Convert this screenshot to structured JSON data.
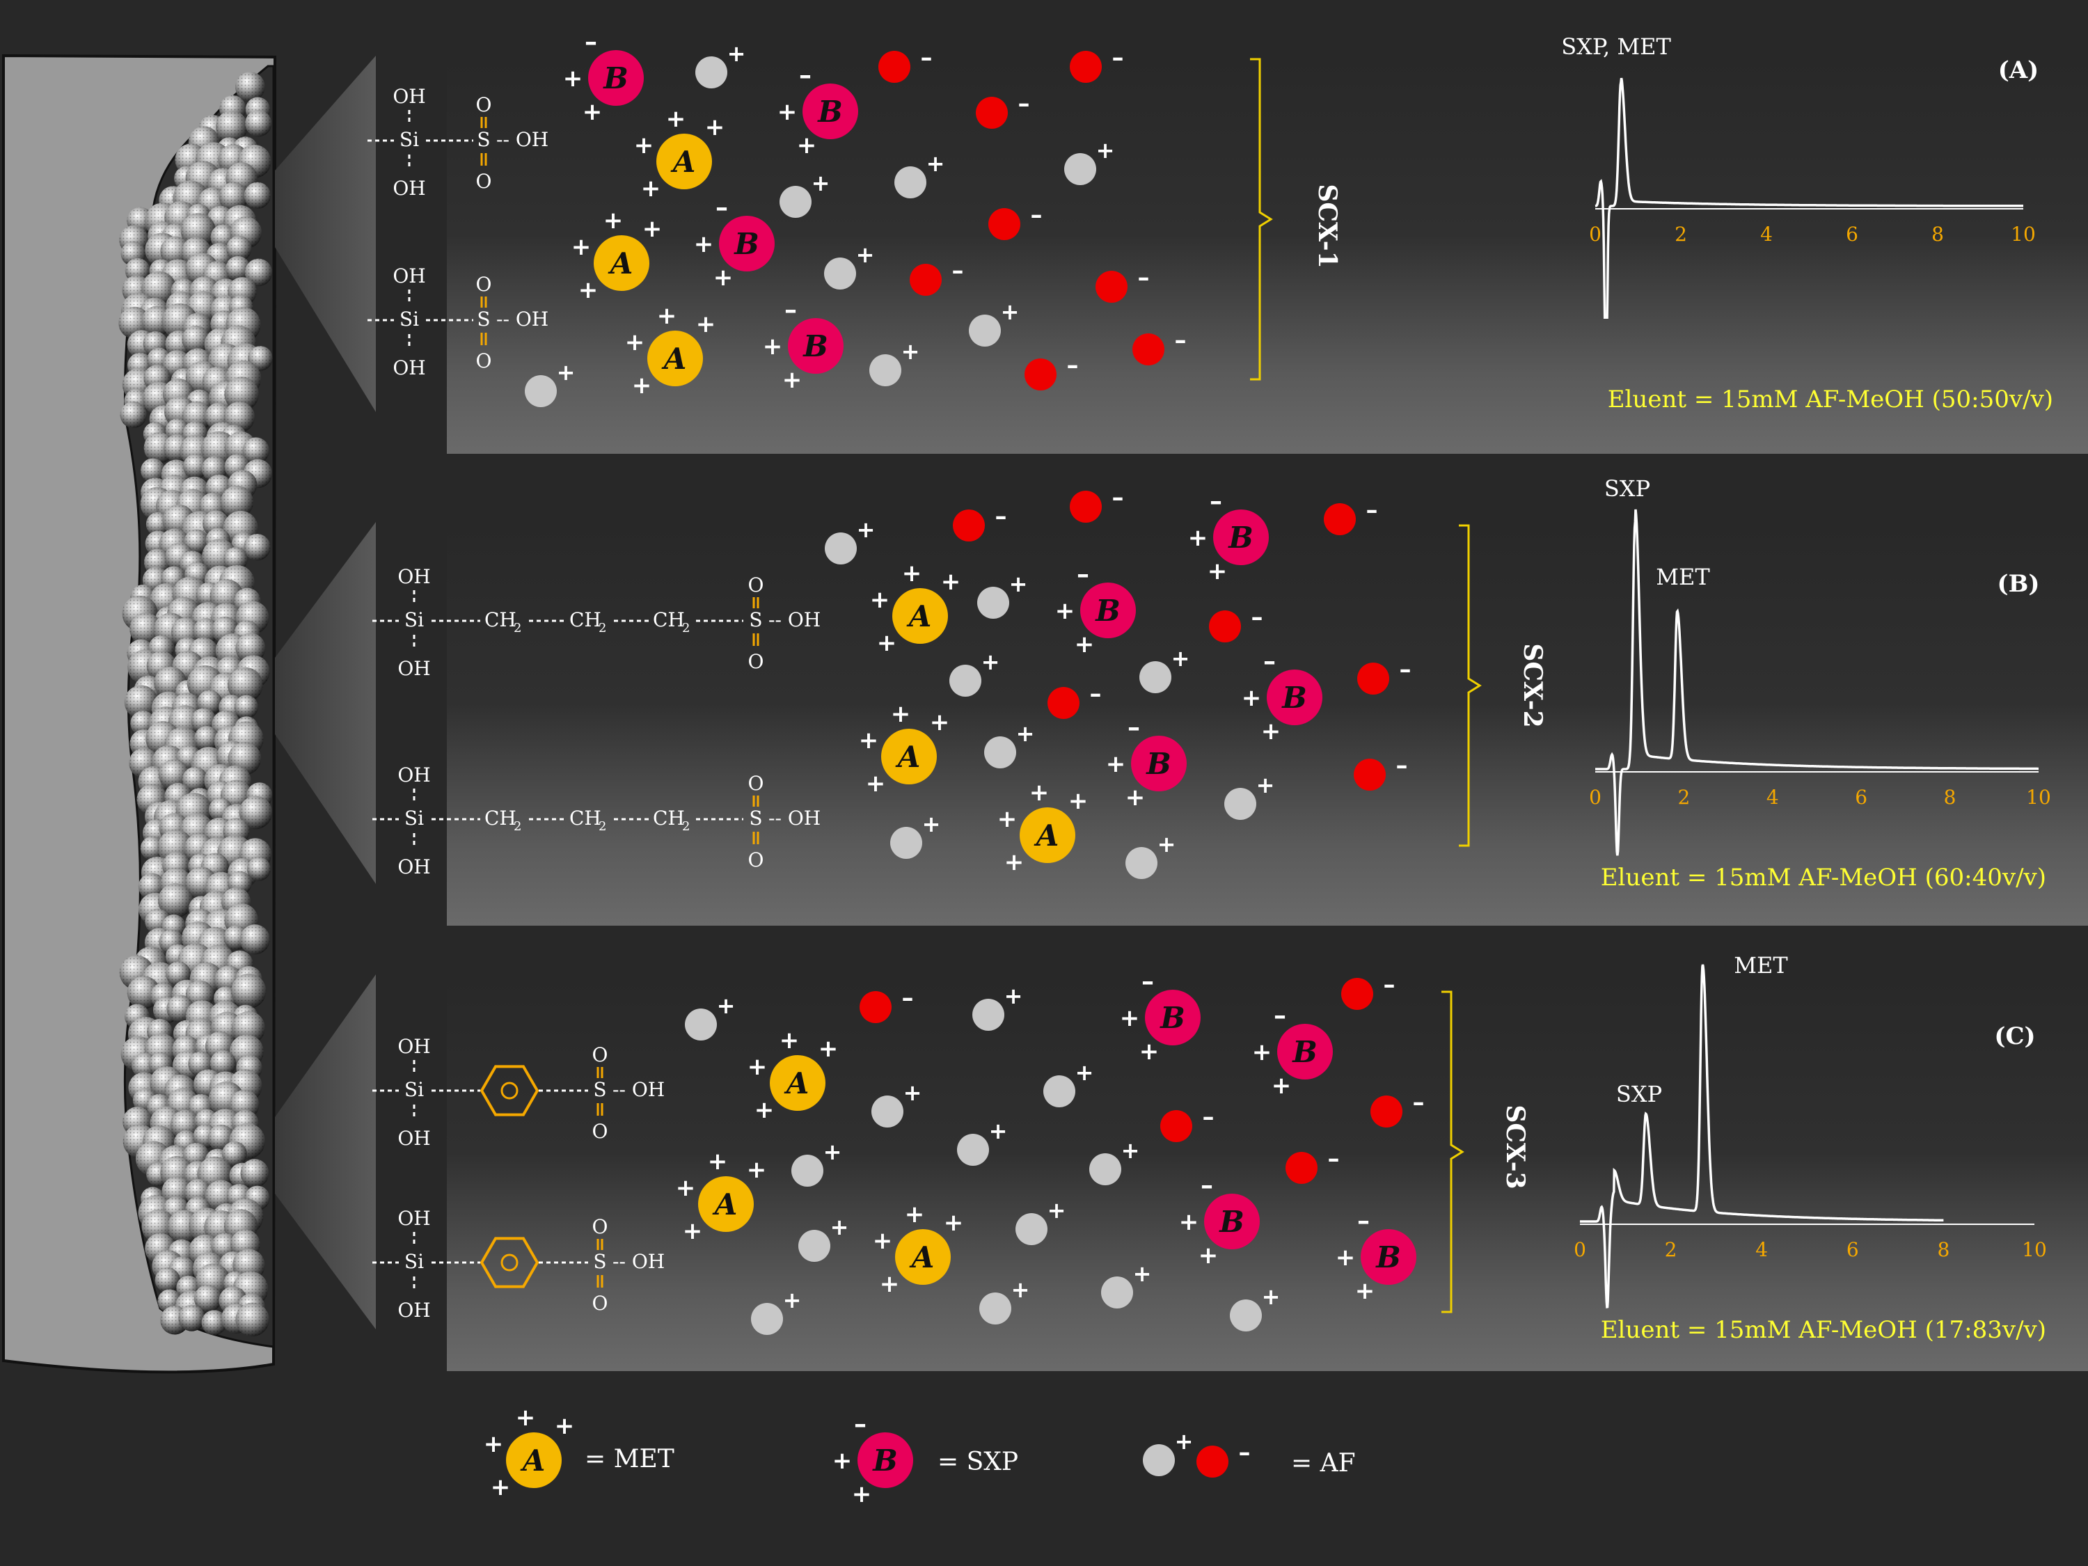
{
  "colors": {
    "background": "#282828",
    "ion_A": "#f5b800",
    "ion_B": "#e8005a",
    "af_cation": "#c8c8c8",
    "af_anion": "#ee0000",
    "bracket": "#f0d000",
    "eluent_text": "#ffff33",
    "axis_ticks": "#f5a800",
    "sulfonyl_bond": "#f5a800"
  },
  "ion_symbols": {
    "a": "A",
    "b": "B",
    "plus": "+",
    "minus": "–"
  },
  "chem": {
    "oh": "OH",
    "si": "Si",
    "s": "S",
    "o": "O",
    "s_oh": "-- OH",
    "ch2": "CH",
    "sub2": "2",
    "propyl_bonds": [
      "-----",
      "-----",
      "-----"
    ],
    "ring_icon": "benzene-ring-icon"
  },
  "panels": [
    {
      "id": "a",
      "label": "(A)",
      "phase": "SCX-1",
      "eluent": "Eluent = 15mM AF-MeOH (50:50v/v)",
      "peak_labels": [
        "SXP, MET"
      ],
      "ticks": [
        "0",
        "2",
        "4",
        "6",
        "8",
        "10"
      ],
      "chart_data": {
        "type": "line",
        "x_range": [
          0,
          10
        ],
        "x_ticks": [
          0,
          2,
          4,
          6,
          8,
          10
        ],
        "series": [
          {
            "peaks": [
              {
                "x": 0.6,
                "height": 1.0
              }
            ],
            "injection_dip_x": 0.25
          }
        ]
      }
    },
    {
      "id": "b",
      "label": "(B)",
      "phase": "SCX-2",
      "eluent": "Eluent = 15mM AF-MeOH (60:40v/v)",
      "peak_labels": [
        "SXP",
        "MET"
      ],
      "ticks": [
        "0",
        "2",
        "4",
        "6",
        "8",
        "10"
      ],
      "chart_data": {
        "type": "line",
        "x_range": [
          0,
          10
        ],
        "x_ticks": [
          0,
          2,
          4,
          6,
          8,
          10
        ],
        "series": [
          {
            "peaks": [
              {
                "x": 0.9,
                "height": 1.0
              },
              {
                "x": 1.85,
                "height": 0.6
              }
            ],
            "injection_dip_x": 0.5
          }
        ]
      }
    },
    {
      "id": "c",
      "label": "(C)",
      "phase": "SCX-3",
      "eluent": "Eluent = 15mM AF-MeOH (17:83v/v)",
      "peak_labels": [
        "SXP",
        "MET"
      ],
      "ticks": [
        "0",
        "2",
        "4",
        "6",
        "8",
        "10"
      ],
      "chart_data": {
        "type": "line",
        "x_range": [
          0,
          10
        ],
        "x_ticks": [
          0,
          2,
          4,
          6,
          8,
          10
        ],
        "series": [
          {
            "peaks": [
              {
                "x": 0.75,
                "height": 0.12
              },
              {
                "x": 1.45,
                "height": 0.37
              },
              {
                "x": 2.7,
                "height": 1.0
              }
            ],
            "injection_dip_x": 0.6,
            "end_x": 8
          }
        ]
      }
    }
  ],
  "legend": {
    "met": "= MET",
    "sxp": "= SXP",
    "af": "= AF"
  }
}
